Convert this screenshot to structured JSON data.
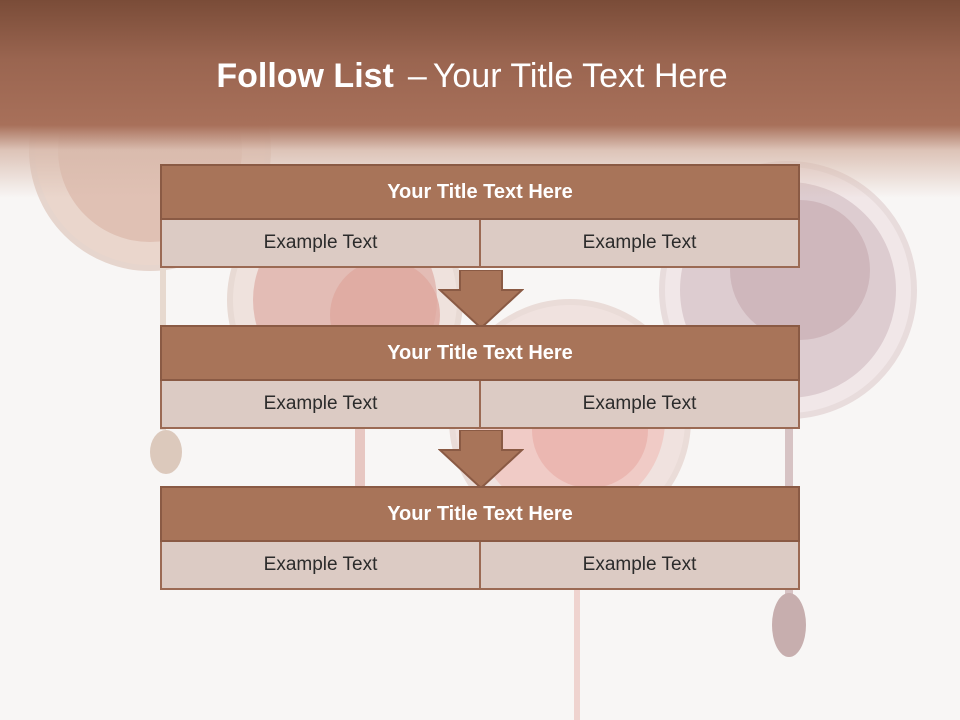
{
  "slide": {
    "title_bold": "Follow List",
    "title_dash": "–",
    "title_rest": "Your Title Text Here"
  },
  "blocks": [
    {
      "title": "Your Title Text Here",
      "left_text": "Example Text",
      "right_text": "Example Text"
    },
    {
      "title": "Your Title Text Here",
      "left_text": "Example Text",
      "right_text": "Example Text"
    },
    {
      "title": "Your Title Text Here",
      "left_text": "Example Text",
      "right_text": "Example Text"
    }
  ],
  "colors": {
    "header_brown": "#9a6550",
    "block_title_fill": "#a87459",
    "cell_fill": "#dccbc4",
    "arrow_fill": "#a87459"
  }
}
